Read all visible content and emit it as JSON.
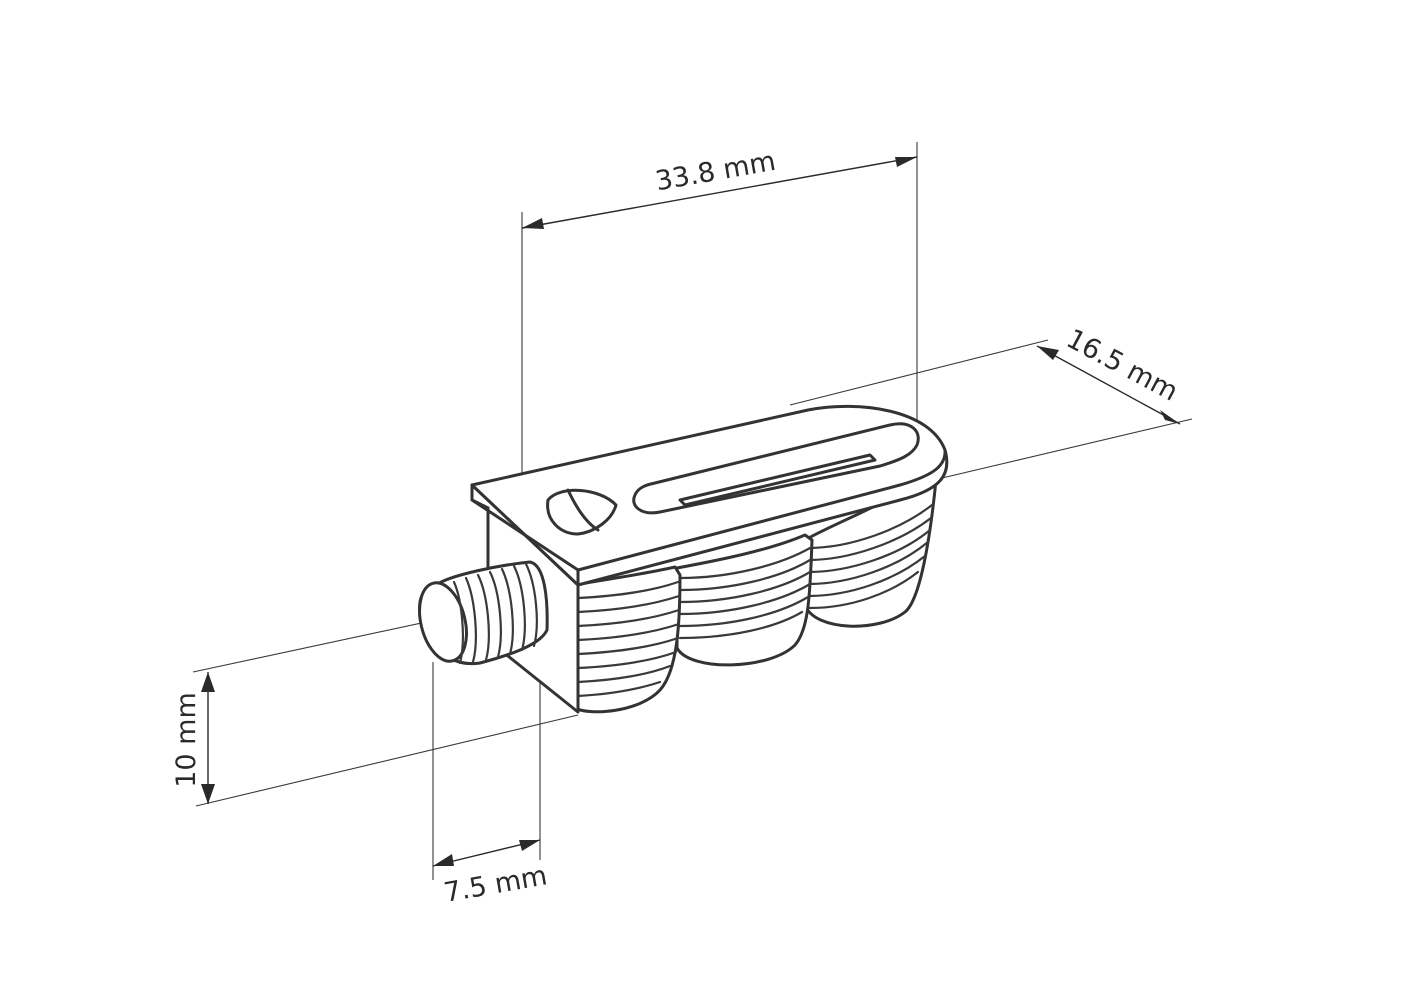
{
  "dimensions": {
    "length_label": "33.8  mm",
    "width_label": "16.5 mm",
    "height_label": "10 mm",
    "pin_label": "7.5 mm"
  }
}
